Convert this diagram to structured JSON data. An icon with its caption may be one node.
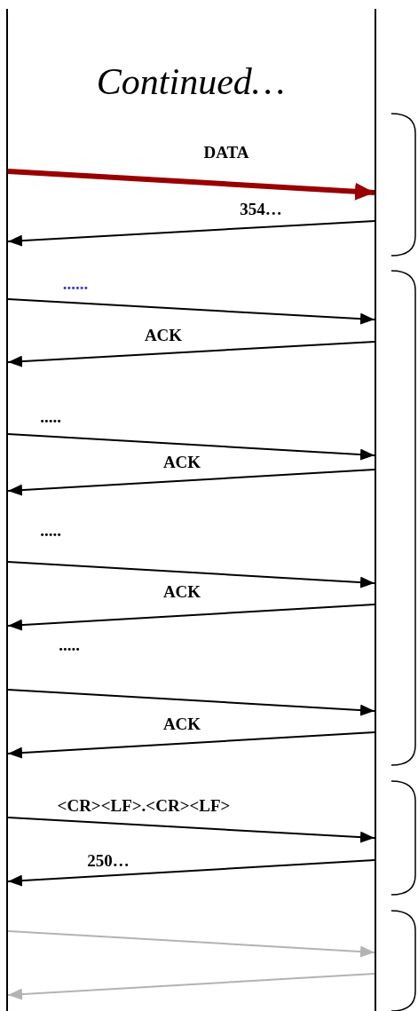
{
  "diagram": {
    "title": "Continued…",
    "nodes": [
      {
        "text": [],
        "shape": "bar"
      },
      {
        "text": [],
        "shape": "bar"
      }
    ],
    "edges": [
      {
        "from": 0,
        "to": 1,
        "arrow": "to",
        "label": "DATA",
        "style": "thick",
        "color": "#990000"
      },
      {
        "from": 1,
        "to": 0,
        "arrow": "to",
        "label": "354…"
      },
      {
        "from": 0,
        "to": 1,
        "arrow": "to",
        "label": "......"
      },
      {
        "from": 1,
        "to": 0,
        "arrow": "to",
        "label": "ACK"
      },
      {
        "from": 0,
        "to": 1,
        "arrow": "to",
        "label": "....."
      },
      {
        "from": 1,
        "to": 0,
        "arrow": "to",
        "label": "ACK"
      },
      {
        "from": 0,
        "to": 1,
        "arrow": "to",
        "label": "....."
      },
      {
        "from": 1,
        "to": 0,
        "arrow": "to",
        "label": "ACK"
      },
      {
        "from": 0,
        "to": 1,
        "arrow": "to",
        "label": "....."
      },
      {
        "from": 1,
        "to": 0,
        "arrow": "to",
        "label": "ACK"
      },
      {
        "from": 0,
        "to": 1,
        "arrow": "to",
        "label": "<CR><LF>.<CR><LF>"
      },
      {
        "from": 1,
        "to": 0,
        "arrow": "to",
        "label": "250…"
      },
      {
        "from": 0,
        "to": 1,
        "arrow": "to",
        "color": "#b3b3b3"
      },
      {
        "from": 1,
        "to": 0,
        "arrow": "to",
        "color": "#b3b3b3"
      }
    ]
  }
}
